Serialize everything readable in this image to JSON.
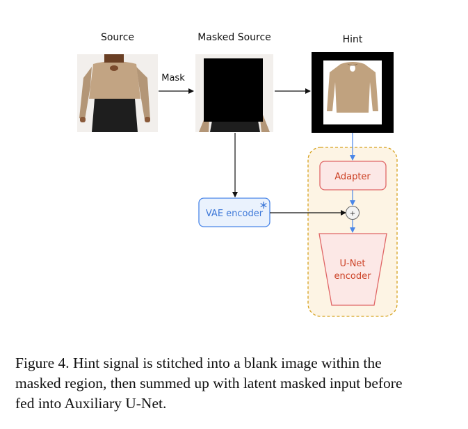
{
  "diagram": {
    "source_label": "Source",
    "masked_source_label": "Masked Source",
    "hint_label": "Hint",
    "mask_label": "Mask",
    "vae_encoder_label": "VAE encoder",
    "adapter_label": "Adapter",
    "plus_symbol": "+",
    "unet_label_line1": "U-Net",
    "unet_label_line2": "encoder",
    "snowflake_icon": "snowflake-icon",
    "colors": {
      "vae_border": "#4a86e8",
      "vae_fill": "#eaf2fd",
      "vae_text": "#3d78d8",
      "adapter_border": "#e06666",
      "adapter_fill": "#fce8e6",
      "adapter_text": "#cc4125",
      "auxiliary_region_border": "#d6a21e",
      "auxiliary_region_fill": "#fdf4e4",
      "arrow_blue": "#4a86e8",
      "arrow_black": "#111111"
    }
  },
  "caption": {
    "line1": "Figure 4.  Hint signal is stitched into a blank image within the",
    "line2": "masked region, then summed up with latent masked input before",
    "line3": "fed into Auxiliary U-Net."
  }
}
